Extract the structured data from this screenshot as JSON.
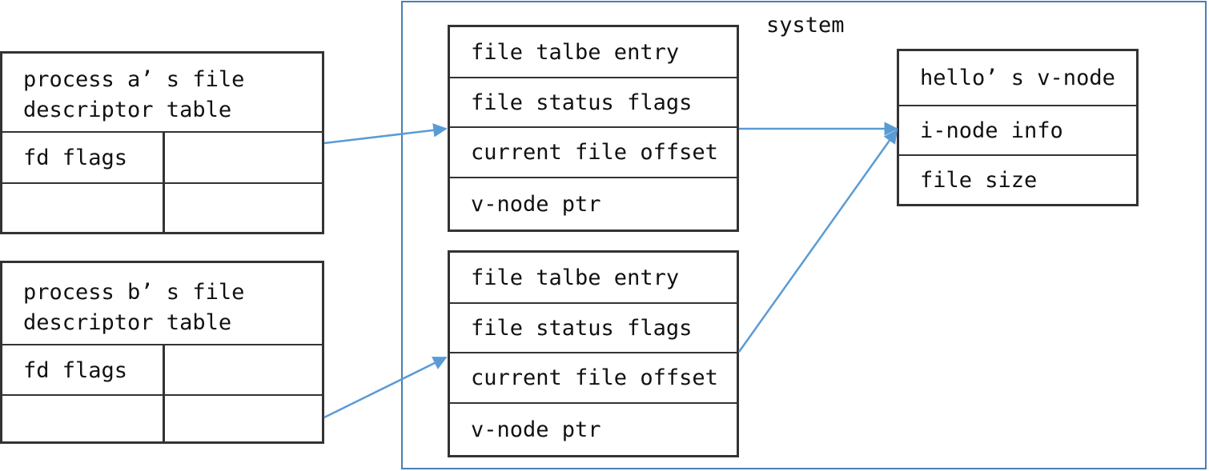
{
  "system": {
    "label": "system"
  },
  "process_a": {
    "header": "process a’ s file\ndescriptor table",
    "row1_label": "fd flags"
  },
  "process_b": {
    "header": "process b’ s file\ndescriptor table",
    "row1_label": "fd flags"
  },
  "file_table_1": {
    "rows": [
      "file talbe entry",
      "file status flags",
      "current file offset",
      "v-node ptr"
    ]
  },
  "file_table_2": {
    "rows": [
      "file talbe entry",
      "file status flags",
      "current file offset",
      "v-node ptr"
    ]
  },
  "vnode": {
    "rows": [
      "hello’ s v-node",
      "i-node info",
      "file size"
    ]
  },
  "colors": {
    "arrow": "#5b9bd5",
    "border": "#333333",
    "system_border": "#4a7fb3"
  }
}
